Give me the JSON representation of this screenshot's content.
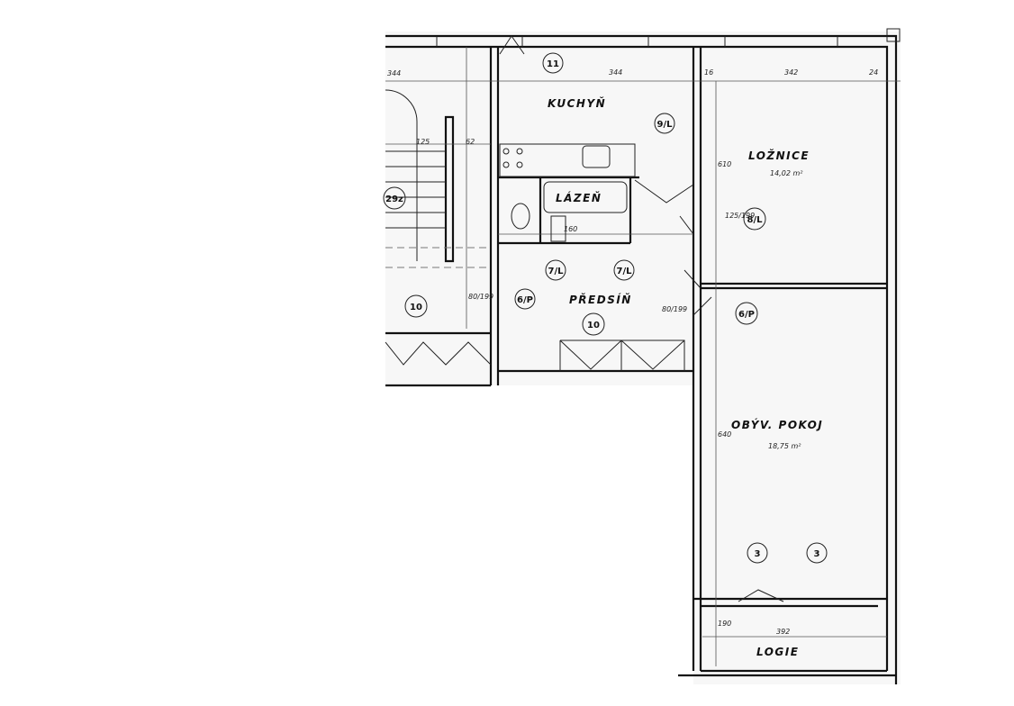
{
  "rooms": {
    "kitchen": "KUCHYŇ",
    "bathroom": "LÁZEŇ",
    "hallway": "PŘEDSÍŇ",
    "bedroom": "LOŽNICE",
    "bedroom_area": "14,02 m²",
    "living": "OBÝV. POKOJ",
    "living_area": "18,75 m²",
    "loggia": "LOGIE"
  },
  "markers": [
    "11",
    "9/L",
    "8/L",
    "7/L",
    "7/L",
    "6/P",
    "6/P",
    "10",
    "10",
    "3",
    "3",
    "29z"
  ],
  "dimensions": [
    "344",
    "344",
    "16",
    "342",
    "24",
    "80/199",
    "80/199",
    "125/199",
    "160",
    "392",
    "610",
    "640",
    "190",
    "125",
    "62"
  ]
}
